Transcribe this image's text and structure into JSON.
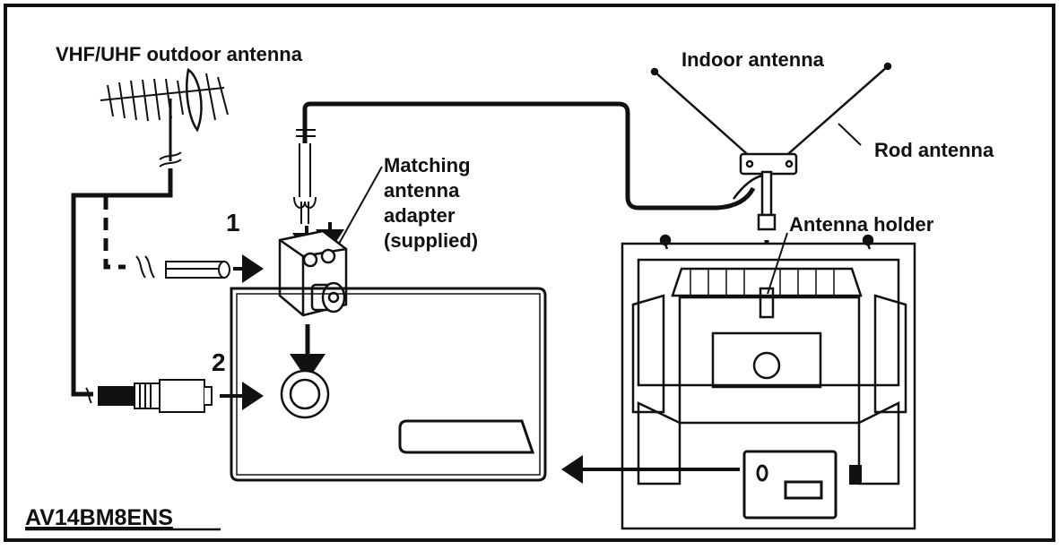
{
  "labels": {
    "outdoor_antenna": "VHF/UHF outdoor antenna",
    "indoor_antenna": "Indoor antenna",
    "rod_antenna": "Rod antenna",
    "adapter_line1": "Matching",
    "adapter_line2": "antenna",
    "adapter_line3": "adapter",
    "adapter_line4": "(supplied)",
    "antenna_holder": "Antenna holder",
    "step1": "1",
    "step2": "2",
    "model": "AV14BM8ENS"
  },
  "colors": {
    "line": "#111111",
    "background": "#ffffff",
    "fill_light": "#e8e8e8"
  },
  "icons": [
    "outdoor-antenna-icon",
    "indoor-antenna-icon",
    "antenna-adapter-icon",
    "coax-plug-icon",
    "antenna-socket-icon",
    "tv-rear-icon",
    "arrow-icon"
  ]
}
